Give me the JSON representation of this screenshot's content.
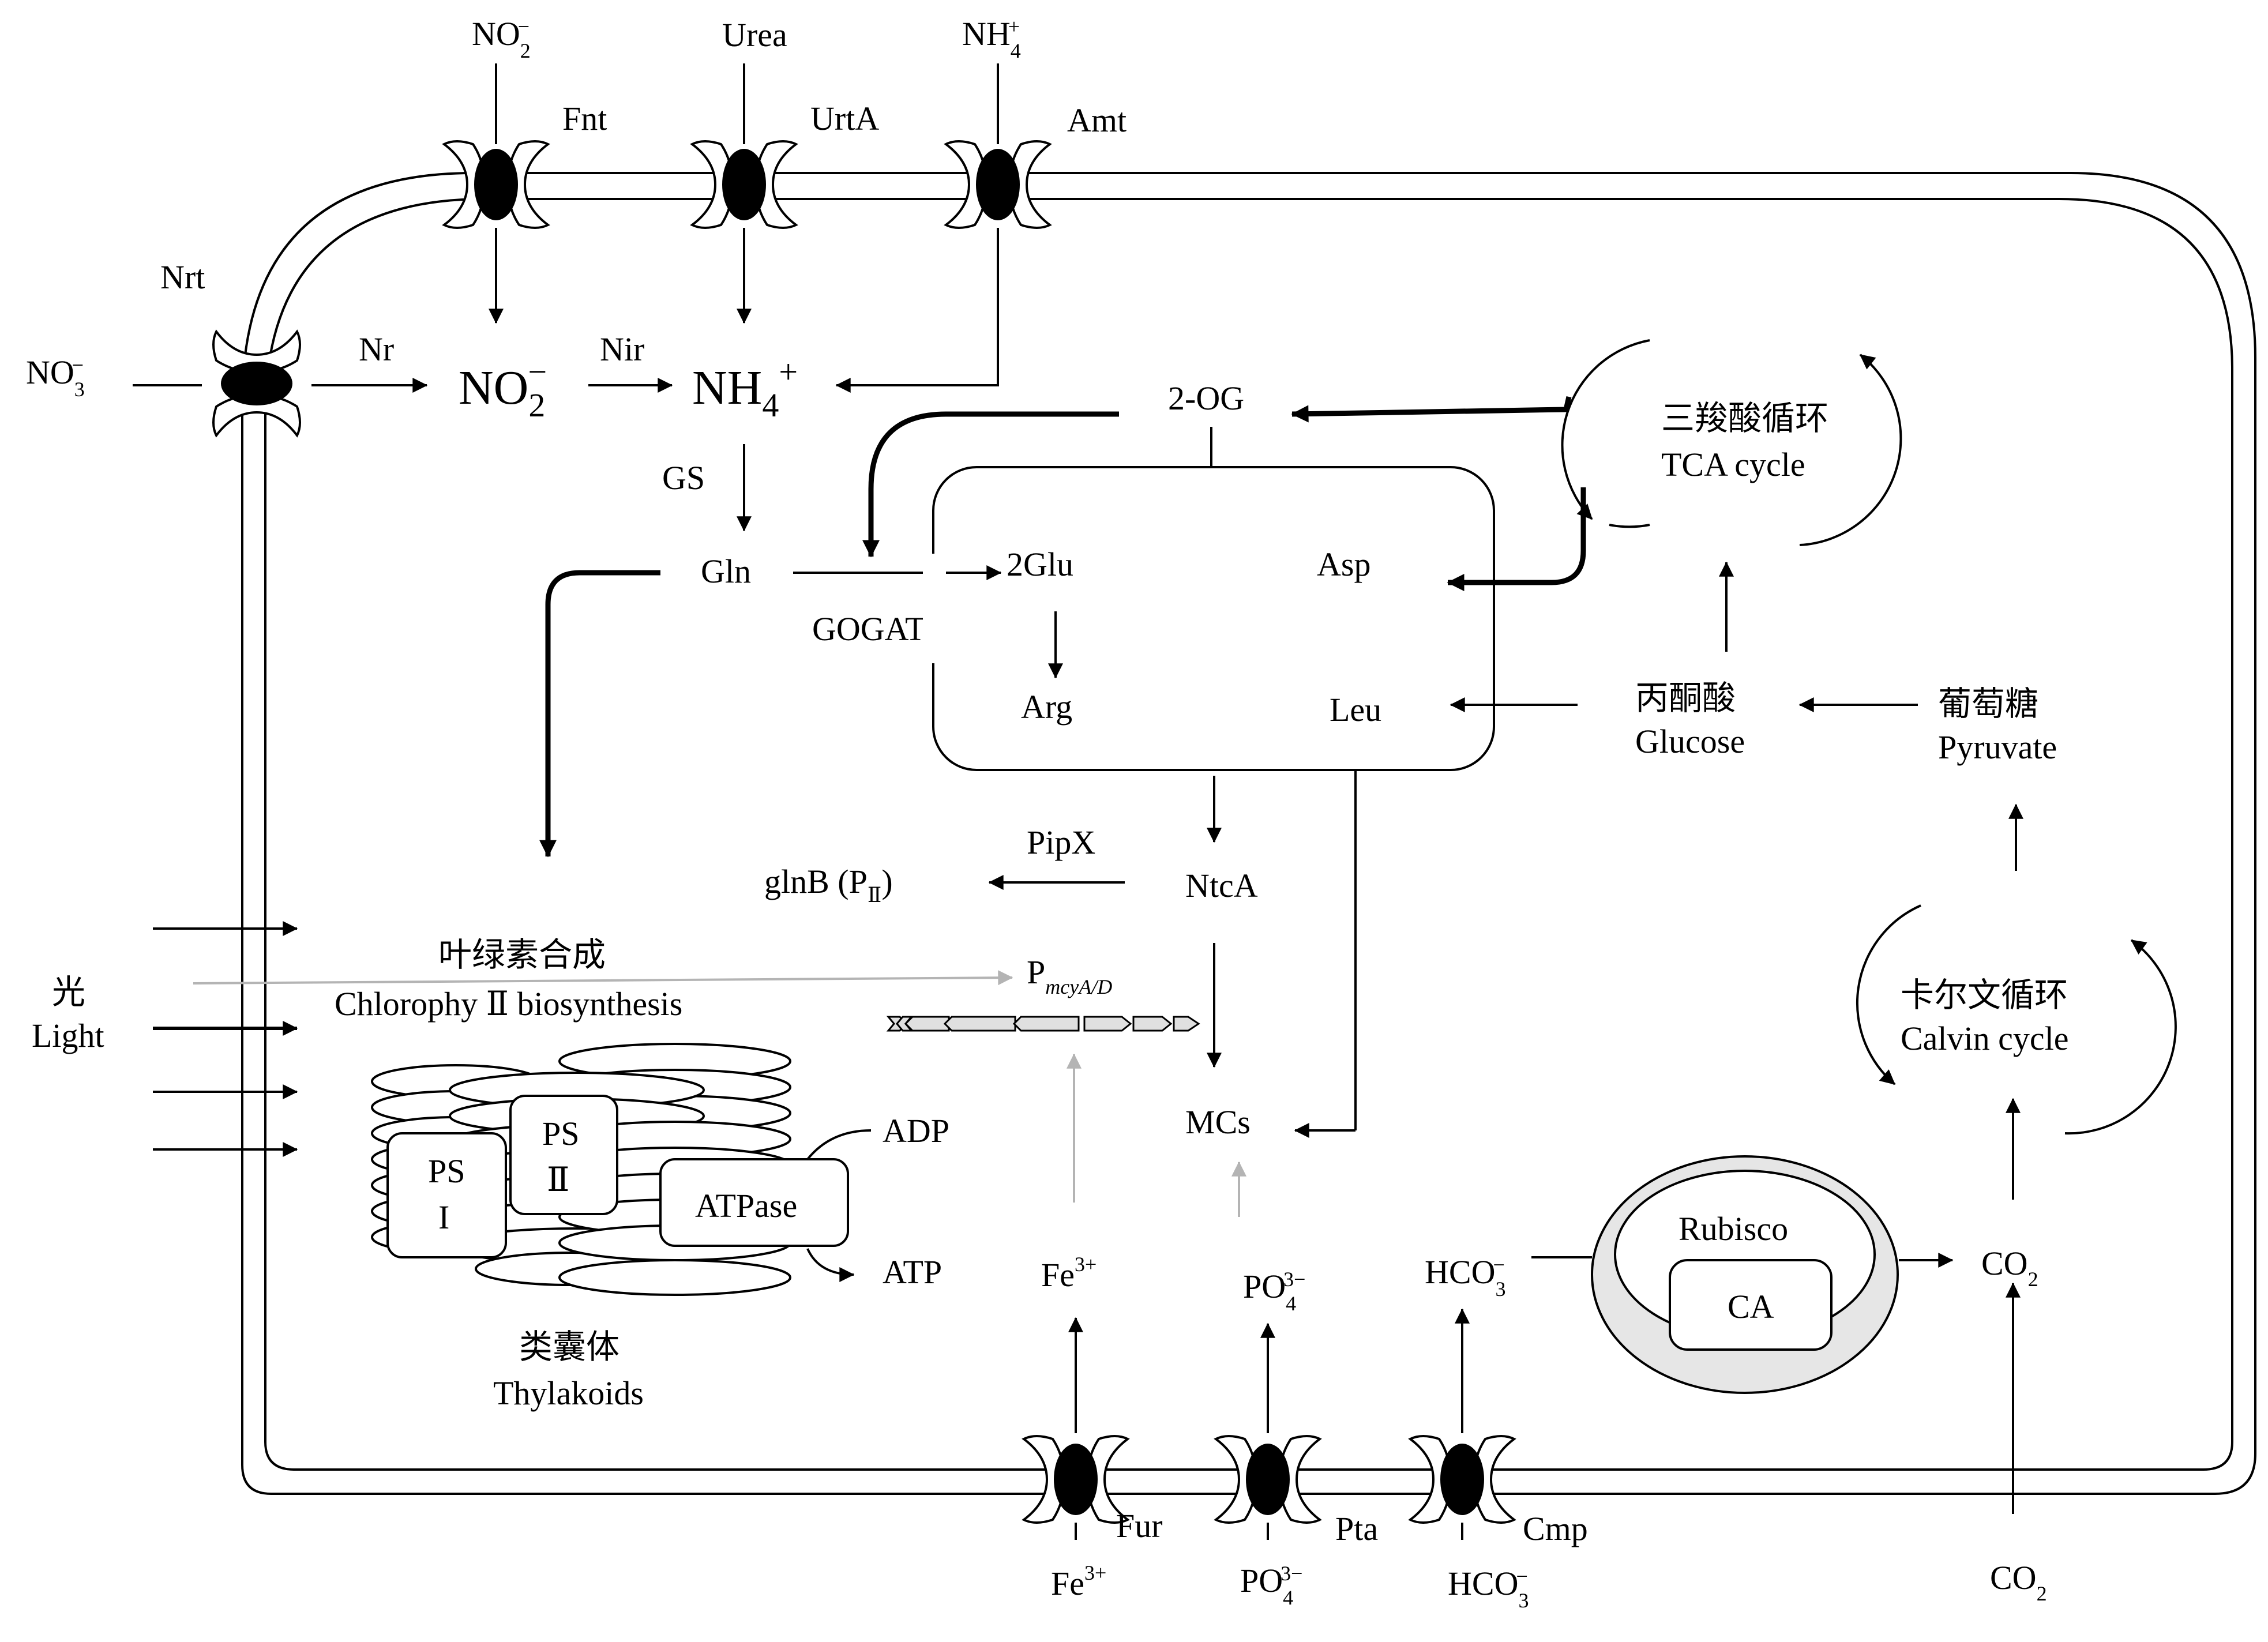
{
  "transporters": {
    "nrt": "Nrt",
    "fnt": "Fnt",
    "urta": "UrtA",
    "amt": "Amt",
    "fur": "Fur",
    "pta": "Pta",
    "cmp": "Cmp"
  },
  "substrates": {
    "no3_out": {
      "base": "NO",
      "sub": "3",
      "sup": "−"
    },
    "no2_out": {
      "base": "NO",
      "sub": "2",
      "sup": "−"
    },
    "urea": "Urea",
    "nh4_out": {
      "base": "NH",
      "sub": "4",
      "sup": "+"
    },
    "fe_out": {
      "base": "Fe",
      "sup": "3+"
    },
    "po4_out": {
      "base": "PO",
      "sub": "4",
      "sup": "3−"
    },
    "hco3_out": {
      "base": "HCO",
      "sub": "3",
      "sup": "−"
    },
    "co2_out": {
      "base": "CO",
      "sub": "2"
    }
  },
  "nitrogen": {
    "nr": "Nr",
    "nir": "Nir",
    "no2_in": {
      "base": "NO",
      "sub": "2",
      "sup": "−"
    },
    "nh4_in": {
      "base": "NH",
      "sub": "4",
      "sup": "+"
    },
    "gs": "GS",
    "gln": "Gln",
    "gogat": "GOGAT",
    "two_og": "2-OG"
  },
  "amino_acids": {
    "glu": "2Glu",
    "arg": "Arg",
    "asp": "Asp",
    "leu": "Leu"
  },
  "regulation": {
    "ntca": "NtcA",
    "pipx": "PipX",
    "glnb": {
      "base": "glnB (P",
      "sub": "Ⅱ",
      "close": ")"
    },
    "promoter": {
      "base": "P",
      "sub": "mcyA/D"
    },
    "mcs": "MCs"
  },
  "tca": {
    "cn": "三羧酸循环",
    "en": "TCA cycle"
  },
  "calvin": {
    "cn": "卡尔文循环",
    "en": "Calvin cycle"
  },
  "carbon": {
    "pyruvate_cn": "丙酮酸",
    "pyruvate_en": "Glucose",
    "glucose_cn": "葡萄糖",
    "glucose_en": "Pyruvate",
    "rubisco": "Rubisco",
    "ca": "CA"
  },
  "inner": {
    "fe_in": {
      "base": "Fe",
      "sup": "3+"
    },
    "po4_in": {
      "base": "PO",
      "sub": "4",
      "sup": "3−"
    },
    "hco3_in": {
      "base": "HCO",
      "sub": "3",
      "sup": "−"
    },
    "co2_in": {
      "base": "CO",
      "sub": "2"
    }
  },
  "photosynthesis": {
    "light_cn": "光",
    "light_en": "Light",
    "chl_cn": "叶绿素合成",
    "chl_en": "Chlorophy Ⅱ  biosynthesis",
    "ps1_a": "PS",
    "ps1_b": "I",
    "ps2_a": "PS",
    "ps2_b": "Ⅱ",
    "atpase": "ATPase",
    "adp": "ADP",
    "atp": "ATP",
    "thy_cn": "类囊体",
    "thy_en": "Thylakoids"
  }
}
